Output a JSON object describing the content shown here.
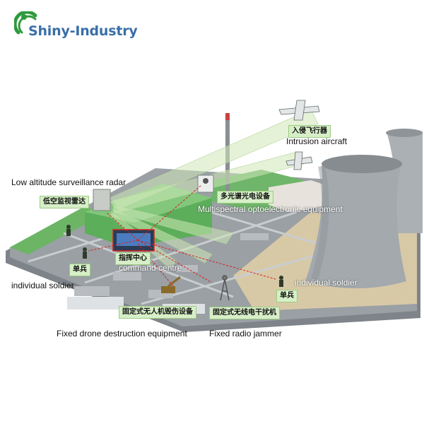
{
  "brand": {
    "name": "Shiny-Industry"
  },
  "labels": {
    "intrusion_cn": "入侵飞行器",
    "intrusion_en": "Intrusion aircraft",
    "radar_en": "Low altitude surveillance radar",
    "radar_cn": "低空监视雷达",
    "optic_cn": "多光谱光电设备",
    "optic_en": "Multispectral optoelectronic equipment",
    "command_cn": "指挥中心",
    "command_en": "command centre",
    "soldier_left_cn": "单兵",
    "soldier_left_en": "individual soldier",
    "soldier_right_cn": "单兵",
    "soldier_right_en": "individual soldier",
    "drone_destroy_cn": "固定式无人机毁伤设备",
    "drone_destroy_en": "Fixed drone destruction equipment",
    "jammer_cn": "固定式无线电干扰机",
    "jammer_en": "Fixed radio jammer"
  },
  "colors": {
    "brand_text": "#3a6fa8",
    "logo_green": "#2e9a3c",
    "tag_fill": "#d7efc8",
    "beam": "#cfe8b8",
    "ground": "#8c9196",
    "sand": "#d8c9a6",
    "tower": "#9aa0a3",
    "building_green": "#5cae5a",
    "alert_red": "#d62020"
  }
}
